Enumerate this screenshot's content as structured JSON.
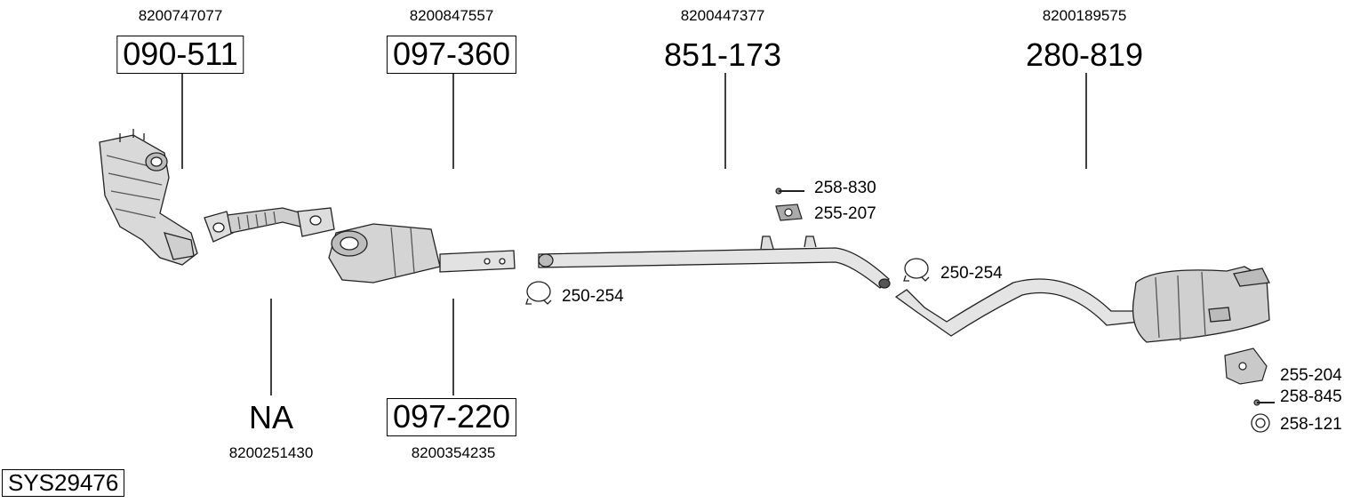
{
  "top_components": [
    {
      "oem": "8200747077",
      "part": "090-511",
      "boxed": true
    },
    {
      "oem": "8200847557",
      "part": "097-360",
      "boxed": true
    },
    {
      "oem": "8200447377",
      "part": "851-173",
      "boxed": false
    },
    {
      "oem": "8200189575",
      "part": "280-819",
      "boxed": false
    }
  ],
  "bottom_components": [
    {
      "oem": "8200251430",
      "part": "NA",
      "boxed": false
    },
    {
      "oem": "8200354235",
      "part": "097-220",
      "boxed": true
    }
  ],
  "small_parts": [
    {
      "label": "258-830",
      "icon": "bolt-icon"
    },
    {
      "label": "255-207",
      "icon": "rubber-hanger-icon"
    },
    {
      "label": "250-254",
      "icon": "clamp-icon"
    },
    {
      "label": "250-254",
      "icon": "clamp-icon"
    },
    {
      "label": "255-204",
      "icon": "bracket-icon"
    },
    {
      "label": "258-845",
      "icon": "bolt-icon"
    },
    {
      "label": "258-121",
      "icon": "ring-icon"
    }
  ],
  "system_id": "SYS29476"
}
